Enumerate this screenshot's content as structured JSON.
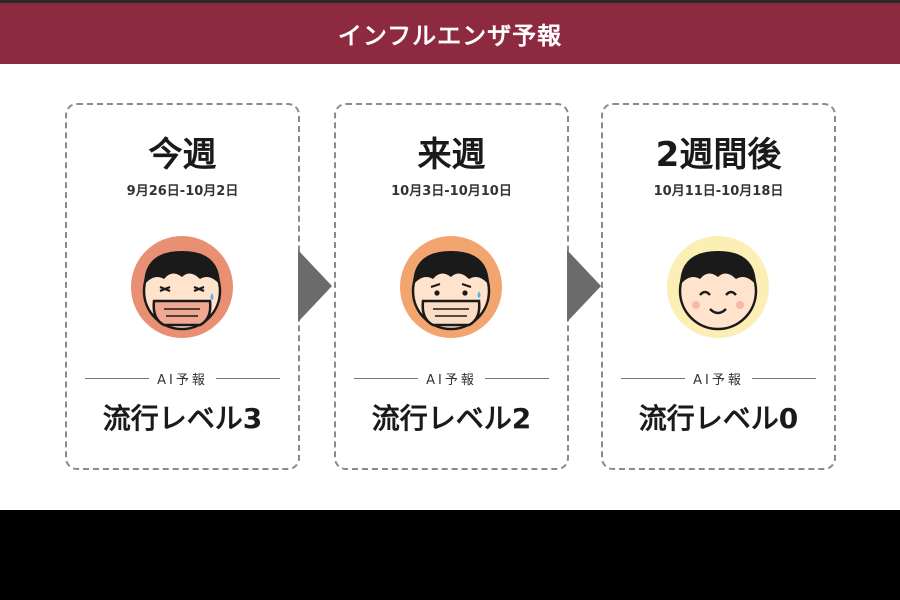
{
  "header": {
    "title": "インフルエンザ予報"
  },
  "cards": [
    {
      "title": "今週",
      "dates": "9月26日-10月2日",
      "ai_label": "AI予報",
      "level": "流行レベル3",
      "face_color": "#e88f74",
      "face_icon": "sick-masked-face-icon"
    },
    {
      "title": "来週",
      "dates": "10月3日-10月10日",
      "ai_label": "AI予報",
      "level": "流行レベル2",
      "face_color": "#f3a570",
      "face_icon": "worried-masked-face-icon"
    },
    {
      "title": "2週間後",
      "dates": "10月11日-10月18日",
      "ai_label": "AI予報",
      "level": "流行レベル0",
      "face_color": "#fbefb5",
      "face_icon": "smiling-face-icon"
    }
  ],
  "colors": {
    "header_bg": "#8e2a40",
    "arrow": "#6b6b6b"
  }
}
